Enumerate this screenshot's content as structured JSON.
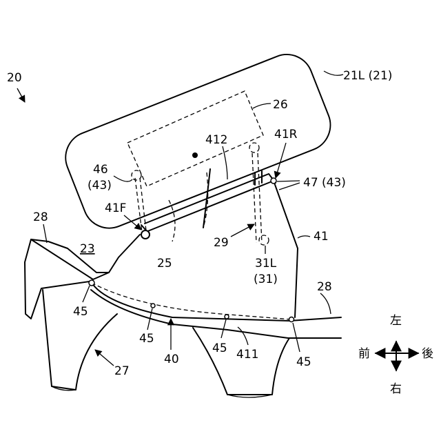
{
  "figure": {
    "ref_20": "20",
    "ref_21L": "21L (21)",
    "ref_26": "26",
    "ref_412": "412",
    "ref_41R": "41R",
    "ref_46": "46",
    "ref_46_paren": "(43)",
    "ref_47": "47 (43)",
    "ref_41F": "41F",
    "ref_28_left": "28",
    "ref_23": "23",
    "ref_29": "29",
    "ref_41": "41",
    "ref_25": "25",
    "ref_31L": "31L",
    "ref_31": "(31)",
    "ref_28_right": "28",
    "ref_45_a": "45",
    "ref_45_b": "45",
    "ref_45_c": "45",
    "ref_45_d": "45",
    "ref_40": "40",
    "ref_411": "411",
    "ref_27": "27"
  },
  "compass": {
    "left_up": "左",
    "right_down": "右",
    "front": "前",
    "rear": "後"
  }
}
